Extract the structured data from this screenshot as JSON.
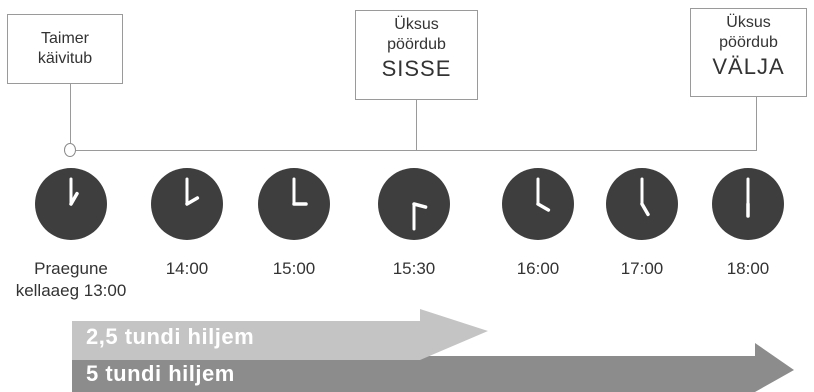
{
  "callouts": {
    "start": {
      "line1": "Taimer",
      "line2": "käivitub"
    },
    "in": {
      "line1": "Üksus",
      "line2": "pöördub",
      "line3": "SISSE"
    },
    "out": {
      "line1": "Üksus",
      "line2": "pöördub",
      "line3": "VÄLJA"
    }
  },
  "clocks": [
    {
      "label_line1": "Praegune",
      "label_line2": "kellaaeg 13:00",
      "time": "13:00"
    },
    {
      "label_line1": "14:00",
      "time": "14:00"
    },
    {
      "label_line1": "15:00",
      "time": "15:00"
    },
    {
      "label_line1": "15:30",
      "time": "15:30"
    },
    {
      "label_line1": "16:00",
      "time": "16:00"
    },
    {
      "label_line1": "17:00",
      "time": "17:00"
    },
    {
      "label_line1": "18:00",
      "time": "18:00"
    }
  ],
  "arrows": {
    "short": {
      "label": "2,5 tundi hiljem",
      "color": "#c4c4c4"
    },
    "long": {
      "label": "5 tundi hiljem",
      "color": "#8c8c8c"
    }
  },
  "colors": {
    "clock_face": "#3e3e3e",
    "hands": "#ffffff",
    "connector": "#9a9a9a"
  }
}
